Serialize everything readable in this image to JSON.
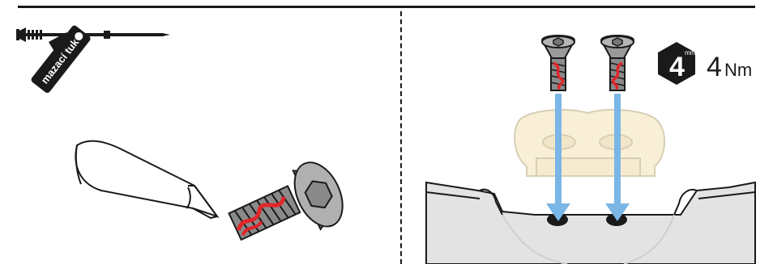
{
  "grease_tube": {
    "label": "mazací tuk"
  },
  "torque": {
    "hex_key_size": "4",
    "hex_key_unit": "mm",
    "value": "4",
    "unit": "Nm"
  },
  "colors": {
    "thread_lock": "#e0262a",
    "arrow": "#7ab6e6",
    "screw": "#8a8a8a",
    "cleat": "#f3e3b6",
    "outline": "#1a1a1a"
  },
  "icons": [
    "grease-tube-icon",
    "applicator-pen-icon",
    "countersunk-screw-icon",
    "hex-key-icon",
    "cleat-icon",
    "shoe-sole-icon",
    "arrow-down-icon"
  ]
}
